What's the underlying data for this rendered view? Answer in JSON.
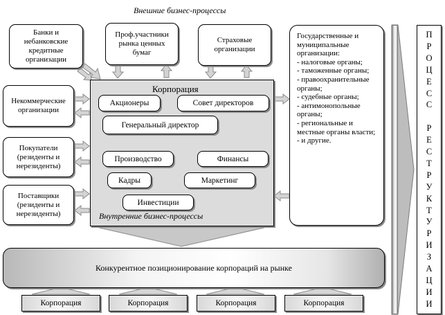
{
  "external_title": "Внешние бизнес-процессы",
  "internal_title": "Внутренние бизнес-процессы",
  "external_top": {
    "banks": "Банки и небанковские кредитные организации",
    "securities": "Проф.участники рынка ценных бумаг",
    "insurance": "Страховые организации"
  },
  "external_left": {
    "nonprofit": "Некоммерческие организации",
    "buyers": "Покупатели (резиденты и нерезиденты)",
    "suppliers": "Поставщики (резиденты и нерезиденты)"
  },
  "government": {
    "title": "Государственные и муниципальные организации:",
    "items": [
      "- налоговые органы;",
      "- таможенные органы;",
      "- правоохранительные органы;",
      "- судебные органы;",
      "- антимонопольные органы;",
      "- региональные и местные органы власти;",
      "- и другие."
    ]
  },
  "corporation": {
    "title": "Корпорация",
    "shareholders": "Акционеры",
    "board": "Совет директоров",
    "ceo": "Генеральный директор",
    "production": "Производство",
    "finance": "Финансы",
    "personnel": "Кадры",
    "marketing": "Маркетинг",
    "investments": "Инвестиции"
  },
  "positioning": "Конкурентное позиционирование корпораций на рынке",
  "bottom_corporations": [
    "Корпорация",
    "Корпорация",
    "Корпорация",
    "Корпорация"
  ],
  "restructuring_letters": [
    "П",
    "Р",
    "О",
    "Ц",
    "Е",
    "С",
    "С",
    "",
    "Р",
    "Е",
    "С",
    "Т",
    "Р",
    "У",
    "К",
    "Т",
    "У",
    "Р",
    "И",
    "З",
    "А",
    "Ц",
    "И",
    "И"
  ]
}
